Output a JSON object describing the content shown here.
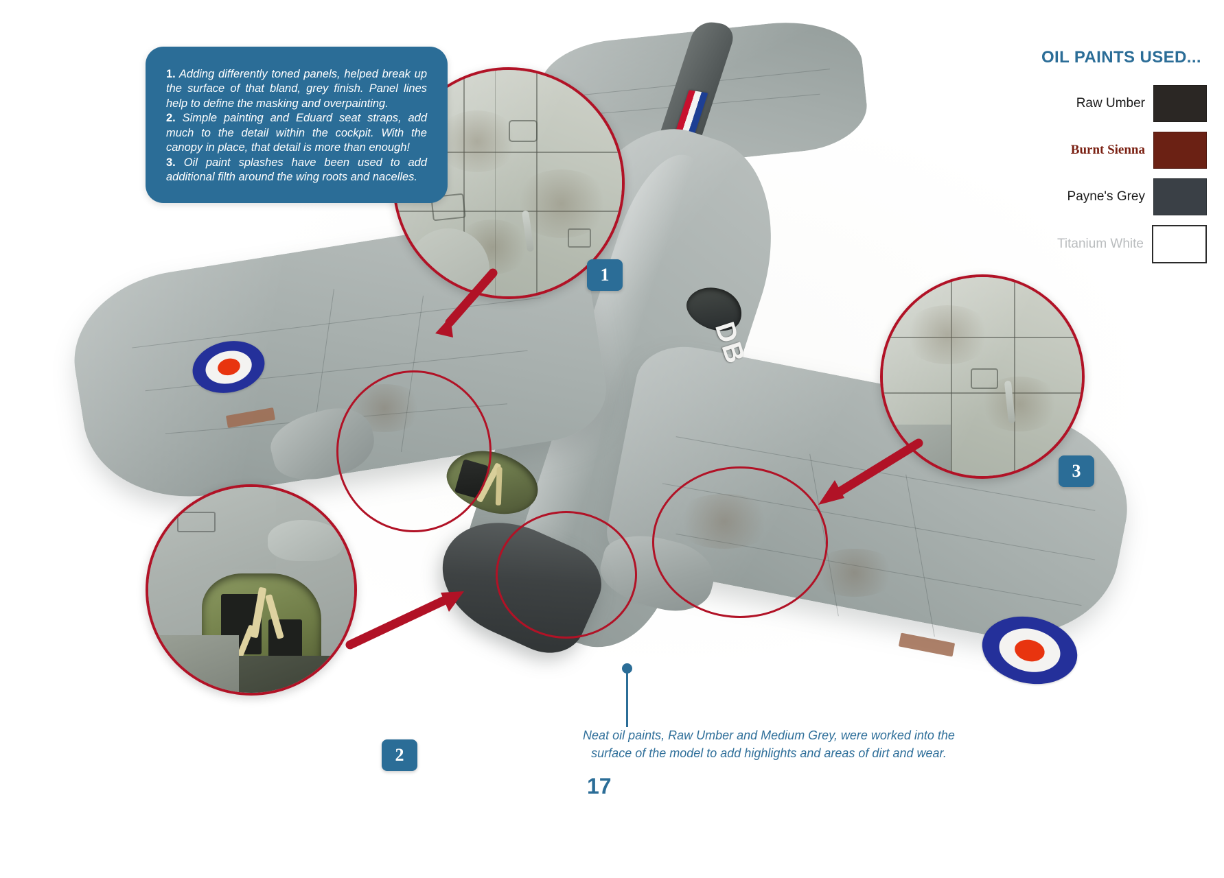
{
  "page": {
    "number": "17"
  },
  "callout": {
    "items": [
      {
        "num": "1.",
        "text": " Adding differently toned panels, helped break up the surface of that bland, grey finish. Panel lines help to define the masking and overpainting."
      },
      {
        "num": "2.",
        "text": " Simple painting and Eduard seat straps, add much to the detail within the cockpit. With the canopy in place, that detail is more than enough!"
      },
      {
        "num": "3.",
        "text": " Oil paint splashes have been used to add additional filth around the wing roots and nacelles."
      }
    ],
    "background_color": "#2b6d97",
    "text_color": "#ffffff"
  },
  "paints": {
    "title": "OIL PAINTS USED...",
    "title_color": "#2b6d97",
    "rows": [
      {
        "label": "Raw Umber",
        "color": "#2b2724",
        "label_color": "#1b1b1b",
        "bordered": false
      },
      {
        "label": "Burnt Sienna",
        "color": "#6b2114",
        "label_color": "#7a2012",
        "bordered": false
      },
      {
        "label": "Payne's Grey",
        "color": "#3a4046",
        "label_color": "#1b1b1b",
        "bordered": false
      },
      {
        "label": "Titanium White",
        "color": "#ffffff",
        "label_color": "#b9bcbe",
        "bordered": true
      }
    ]
  },
  "badges": [
    {
      "id": "1",
      "label": "1"
    },
    {
      "id": "2",
      "label": "2"
    },
    {
      "id": "3",
      "label": "3"
    }
  ],
  "bottom_caption": {
    "text": "Neat oil paints, Raw Umber and Medium Grey, were worked into the surface of the model to add highlights and areas of dirt and wear.",
    "color": "#2f6f9a"
  },
  "aircraft": {
    "fuselage_code": "DB",
    "roundel": {
      "outer_color": "#24309a",
      "middle_color": "#f4f3f1",
      "center_color": "#e8340f"
    },
    "fin_flash_colors": [
      "#c8102e",
      "#f2f2f2",
      "#1d3f94"
    ],
    "body_color": "#a8b0ae",
    "nose_color": "#3e4243"
  },
  "annotation_colors": {
    "circle_outline": "#b11226",
    "arrow": "#b11226",
    "badge_bg": "#2b6d97"
  }
}
